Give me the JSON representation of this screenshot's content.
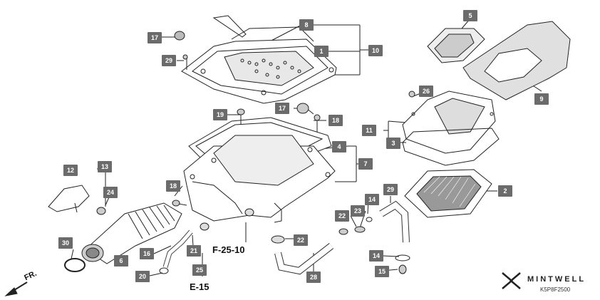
{
  "callouts": [
    {
      "id": "b1",
      "label": "1"
    },
    {
      "id": "b2",
      "label": "2"
    },
    {
      "id": "b3",
      "label": "3"
    },
    {
      "id": "b4",
      "label": "4"
    },
    {
      "id": "b5",
      "label": "5"
    },
    {
      "id": "b6",
      "label": "6"
    },
    {
      "id": "b7",
      "label": "7"
    },
    {
      "id": "b8",
      "label": "8"
    },
    {
      "id": "b9",
      "label": "9"
    },
    {
      "id": "b10",
      "label": "10"
    },
    {
      "id": "b11",
      "label": "11"
    },
    {
      "id": "b12",
      "label": "12"
    },
    {
      "id": "b13",
      "label": "13"
    },
    {
      "id": "b14a",
      "label": "14"
    },
    {
      "id": "b14b",
      "label": "14"
    },
    {
      "id": "b15",
      "label": "15"
    },
    {
      "id": "b16",
      "label": "16"
    },
    {
      "id": "b17a",
      "label": "17"
    },
    {
      "id": "b17b",
      "label": "17"
    },
    {
      "id": "b18a",
      "label": "18"
    },
    {
      "id": "b18b",
      "label": "18"
    },
    {
      "id": "b19",
      "label": "19"
    },
    {
      "id": "b20",
      "label": "20"
    },
    {
      "id": "b21",
      "label": "21"
    },
    {
      "id": "b22a",
      "label": "22"
    },
    {
      "id": "b22b",
      "label": "22"
    },
    {
      "id": "b23",
      "label": "23"
    },
    {
      "id": "b24",
      "label": "24"
    },
    {
      "id": "b25",
      "label": "25"
    },
    {
      "id": "b26",
      "label": "26"
    },
    {
      "id": "b28",
      "label": "28"
    },
    {
      "id": "b29a",
      "label": "29"
    },
    {
      "id": "b29b",
      "label": "29"
    },
    {
      "id": "b30",
      "label": "30"
    }
  ],
  "references": {
    "f25": "F-25-10",
    "e15": "E-15"
  },
  "direction": "FR.",
  "brand": "MINTWELL",
  "diagram_code": "K5P8F2500"
}
